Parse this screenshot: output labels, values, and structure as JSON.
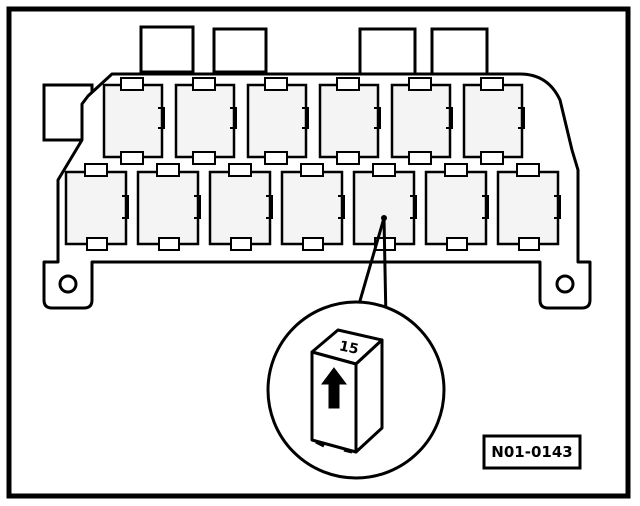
{
  "figure": {
    "reference_number": "N01-0143",
    "relay_marking": "15",
    "colors": {
      "ink": "#000000",
      "paper": "#ffffff",
      "relay_fill": "#f4f4f4"
    },
    "relay_panel": {
      "top_row_relays": 6,
      "bottom_row_relays": 7,
      "connectors_on_top_edge": 4,
      "mounting_holes": 2
    },
    "detail_view": {
      "icon": "up-arrow-icon",
      "description_visible": false
    }
  }
}
